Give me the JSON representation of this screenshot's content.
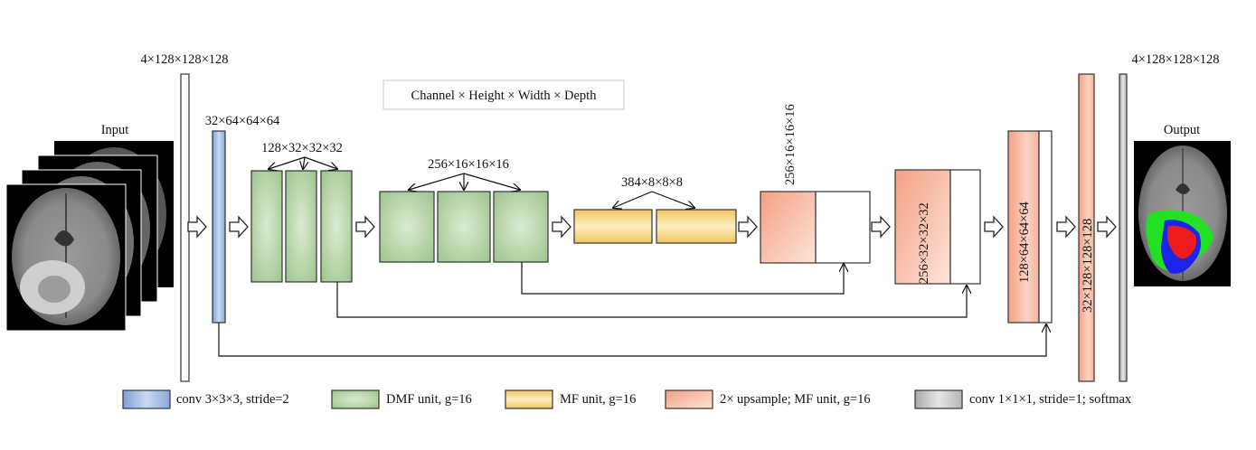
{
  "labels": {
    "input_shape": "4×128×128×128",
    "input_title": "Input",
    "output_shape": "4×128×128×128",
    "output_title": "Output",
    "dims_note": "Channel × Height × Width × Depth",
    "conv1_shape": "32×64×64×64",
    "dmf1_shape": "128×32×32×32",
    "dmf2_shape": "256×16×16×16",
    "mf_shape": "384×8×8×8",
    "up1_shape": "256×16×16×16",
    "up2_shape": "256×32×32×32",
    "up3_shape": "128×64×64×64",
    "up4_shape": "32×128×128×128"
  },
  "legend": [
    {
      "label": "conv 3×3×3, stride=2",
      "color": "#9fb9e0"
    },
    {
      "label": "DMF unit, g=16",
      "color": "#a9c99a"
    },
    {
      "label": "MF unit, g=16",
      "color": "#f5d27a"
    },
    {
      "label": "2× upsample; MF unit, g=16",
      "color": "#f4a48a"
    },
    {
      "label": "conv 1×1×1, stride=1; softmax",
      "color": "#c8c8c8"
    }
  ],
  "colors": {
    "conv_blue": "#9fb9e0",
    "dmf_green": "#a9c99a",
    "mf_yellow": "#f5d27a",
    "up_salmon": "#f4a48a",
    "softmax_gray": "#c8c8c8",
    "tumor_green": "#22e022",
    "tumor_red": "#ee1c1c",
    "tumor_blue": "#1c24e8"
  }
}
